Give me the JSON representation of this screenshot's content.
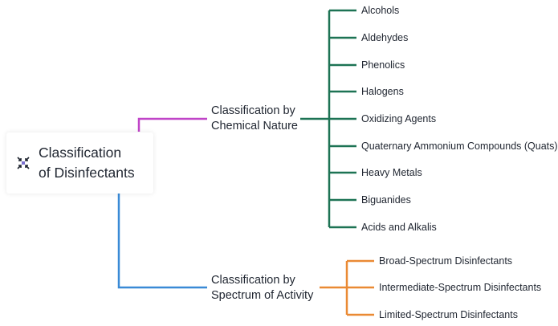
{
  "root": {
    "title_line1": "Classification",
    "title_line2": "of Disinfectants",
    "icon": "collapse-arrows-icon"
  },
  "branches": [
    {
      "label_line1": "Classification by",
      "label_line2": "Chemical Nature",
      "color": "#c044c8",
      "children_color": "#1d7354",
      "children": [
        "Alcohols",
        "Aldehydes",
        "Phenolics",
        "Halogens",
        "Oxidizing Agents",
        "Quaternary Ammonium Compounds (Quats)",
        "Heavy Metals",
        "Biguanides",
        "Acids and Alkalis"
      ]
    },
    {
      "label_line1": "Classification by",
      "label_line2": "Spectrum of Activity",
      "color": "#3a8ad6",
      "children_color": "#ea8a34",
      "children": [
        "Broad-Spectrum Disinfectants",
        "Intermediate-Spectrum Disinfectants",
        "Limited-Spectrum Disinfectants"
      ]
    }
  ]
}
